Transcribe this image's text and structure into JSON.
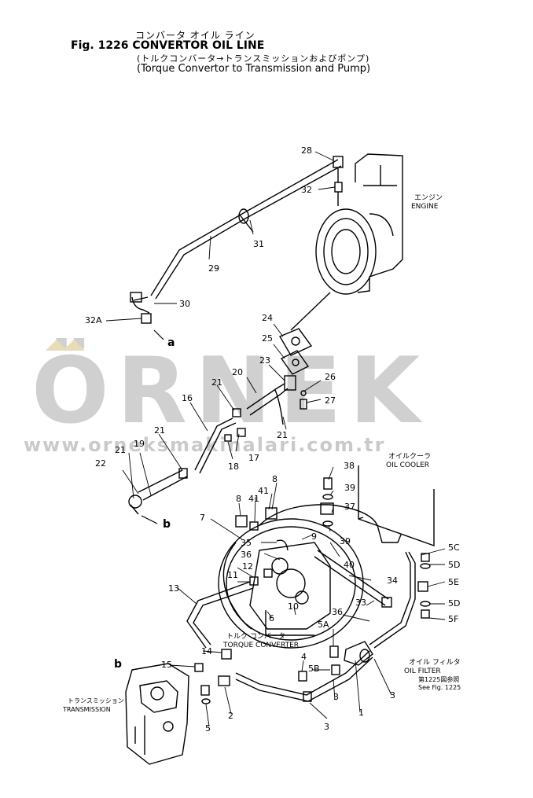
{
  "header": {
    "title_jp": "コンバータ オイル ライン",
    "title_en": "Fig. 1226 CONVERTOR OIL LINE",
    "subtitle_jp": "(トルクコンバータ→トランスミッションおよびポンプ)",
    "subtitle_en": "(Torque Convertor to Transmission and Pump)"
  },
  "watermark": {
    "brand": "ÖRNEK",
    "url": "www.orneksmakinalari.com.tr",
    "color": "#c8c8c8",
    "accent": "#e7dcb6"
  },
  "components": {
    "engine_jp": "エンジン",
    "engine_en": "ENGINE",
    "oil_cooler_jp": "オイルクーラ",
    "oil_cooler_en": "OIL COOLER",
    "torque_converter_jp": "トルク コンバータ",
    "torque_converter_en": "TORQUE CONVERTER",
    "oil_filter_jp": "オイル フィルタ",
    "oil_filter_en": "OIL FILTER",
    "filter_ref_jp": "第1225図参照",
    "filter_ref_en": "See Fig. 1225",
    "transmission_jp": "トランスミッション",
    "transmission_en": "TRANSMISSION"
  },
  "connectors": [
    "a",
    "b"
  ],
  "callouts": [
    "28",
    "32",
    "31",
    "29",
    "30",
    "32A",
    "24",
    "25",
    "23",
    "26",
    "27",
    "20",
    "21",
    "16",
    "21",
    "17",
    "18",
    "21",
    "21",
    "19",
    "22",
    "38",
    "39",
    "37",
    "39",
    "40",
    "8",
    "8",
    "41",
    "41",
    "9",
    "7",
    "35",
    "36",
    "12",
    "11",
    "34",
    "33",
    "36",
    "10",
    "6",
    "13",
    "14",
    "15",
    "5A",
    "4",
    "5B",
    "3",
    "3",
    "3",
    "1",
    "2",
    "5",
    "5C",
    "5D",
    "5E",
    "5D",
    "5F"
  ]
}
